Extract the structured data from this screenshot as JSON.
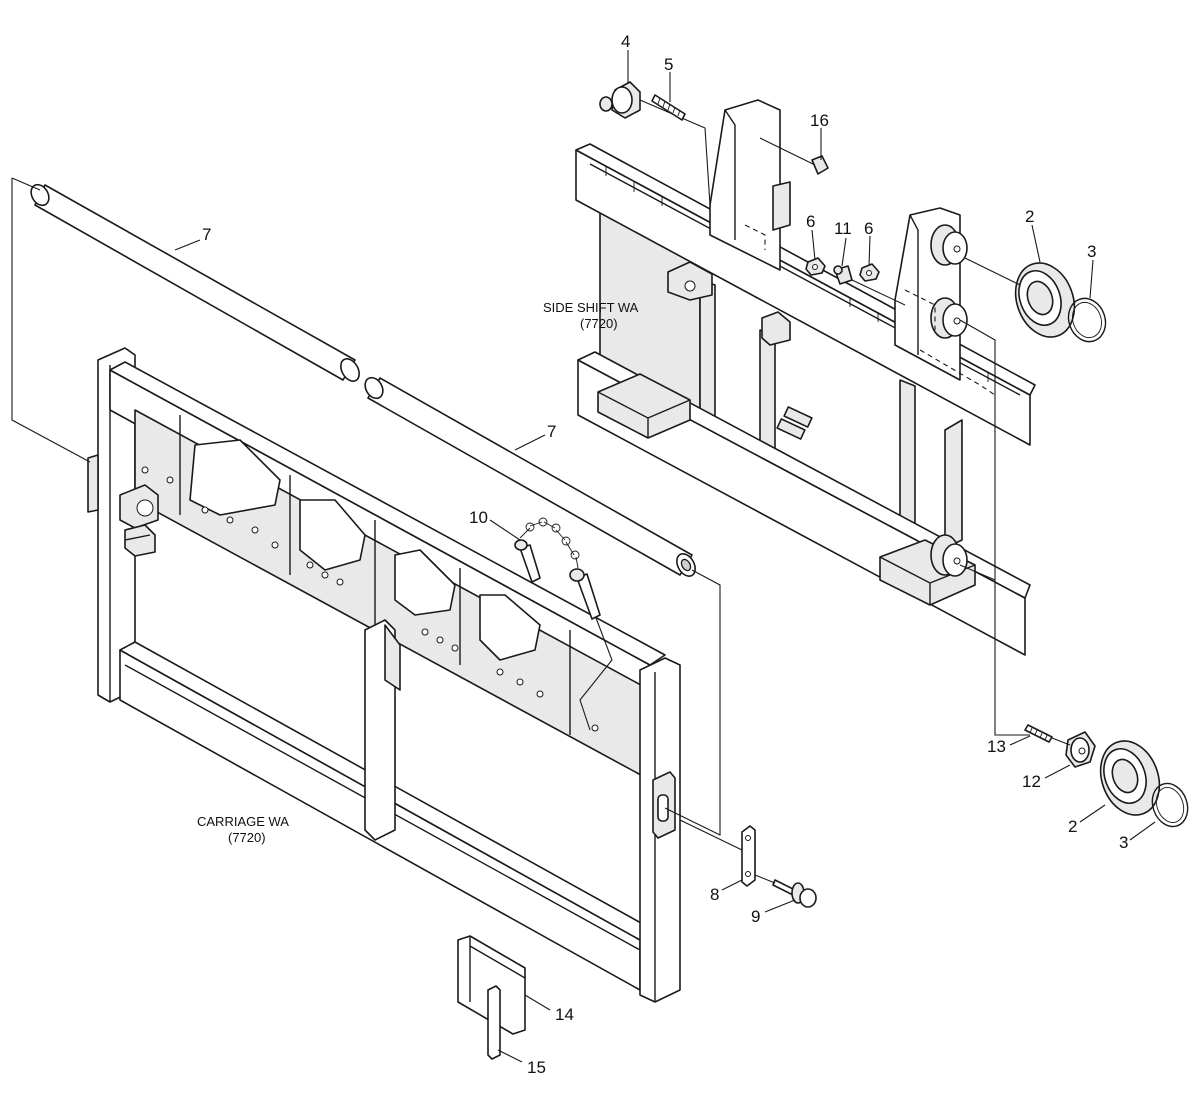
{
  "assemblies": {
    "side_shift": {
      "name": "SIDE SHIFT WA",
      "code": "(7720)"
    },
    "carriage": {
      "name": "CARRIAGE WA",
      "code": "(7720)"
    }
  },
  "callouts": {
    "c2a": "2",
    "c2b": "2",
    "c3a": "3",
    "c3b": "3",
    "c4": "4",
    "c5": "5",
    "c6a": "6",
    "c6b": "6",
    "c7a": "7",
    "c7b": "7",
    "c8": "8",
    "c9": "9",
    "c10": "10",
    "c11": "11",
    "c12": "12",
    "c13": "13",
    "c14": "14",
    "c15": "15",
    "c16": "16"
  }
}
